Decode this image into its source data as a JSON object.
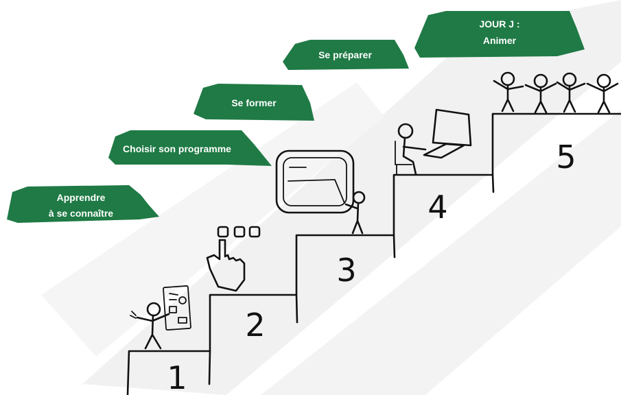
{
  "colors": {
    "banner": "#1f7a45",
    "ink": "#111111",
    "swoosh": "#eeeeee"
  },
  "steps": [
    {
      "number": "1",
      "banner_lines": [
        "Apprendre",
        "à se connaître"
      ]
    },
    {
      "number": "2",
      "banner_lines": [
        "Choisir son programme"
      ]
    },
    {
      "number": "3",
      "banner_lines": [
        "Se former"
      ]
    },
    {
      "number": "4",
      "banner_lines": [
        "Se préparer"
      ]
    },
    {
      "number": "5",
      "banner_lines": [
        "JOUR J :",
        "Animer"
      ]
    }
  ]
}
